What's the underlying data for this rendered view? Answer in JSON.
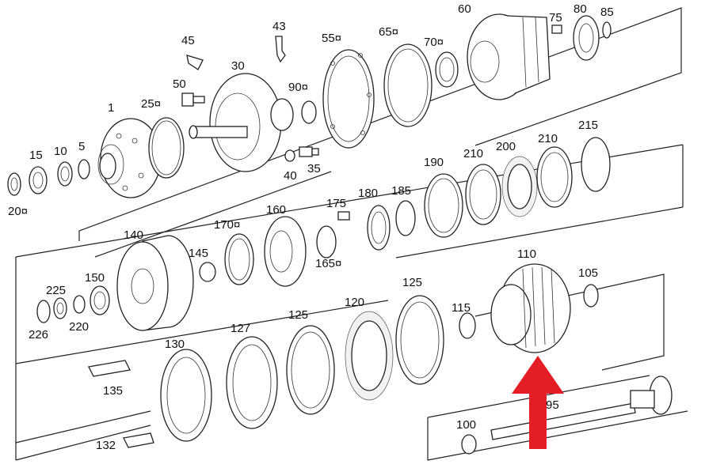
{
  "arrow_color": "#e41e26",
  "labels": [
    "1",
    "5",
    "10",
    "15",
    "20¤",
    "25¤",
    "30",
    "35",
    "40",
    "43",
    "45",
    "50",
    "55¤",
    "60",
    "65¤",
    "70¤",
    "75",
    "80",
    "85",
    "90¤",
    "95",
    "100",
    "105",
    "110",
    "115",
    "120",
    "125",
    "125",
    "127",
    "130",
    "132",
    "135",
    "140",
    "145",
    "150",
    "160",
    "165¤",
    "170¤",
    "175",
    "180",
    "185",
    "190",
    "200",
    "210",
    "210",
    "215",
    "220",
    "225",
    "226"
  ]
}
